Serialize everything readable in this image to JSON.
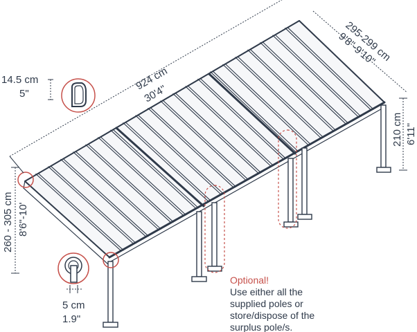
{
  "dimensions": {
    "length_cm": "924 cm",
    "length_ft": "30'4\"",
    "width_cm": "295-299 cm",
    "width_ft": "9'8\"-9'10\"",
    "wall_height_cm": "260 - 305 cm",
    "wall_height_ft": "8'6\"-10'",
    "post_height_cm": "210 cm",
    "post_height_ft": "6'11\"",
    "profile_height_cm": "14.5 cm",
    "profile_height_in": "5\"",
    "post_width_cm": "5 cm",
    "post_width_in": "1.9\""
  },
  "note": {
    "title": "Optional!",
    "lines": [
      "Use either all the",
      "supplied poles or",
      "store/dispose of the",
      "surplus pole/s."
    ]
  },
  "colors": {
    "line": "#2f3a4a",
    "accent": "#c6504a",
    "panel": "#eef1f4"
  }
}
